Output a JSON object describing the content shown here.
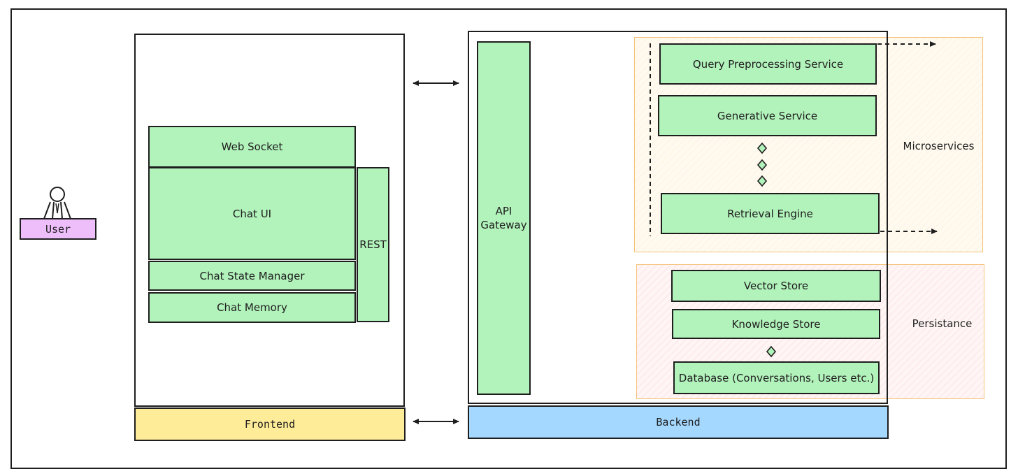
{
  "user": {
    "label": "User"
  },
  "frontend": {
    "label": "Frontend",
    "web_socket": "Web Socket",
    "chat_ui": "Chat UI",
    "rest": "REST",
    "chat_state_manager": "Chat State Manager",
    "chat_memory": "Chat Memory"
  },
  "backend": {
    "label": "Backend",
    "api_gateway": "API\nGateway"
  },
  "microservices": {
    "label": "Microservices",
    "items": [
      "Query Preprocessing Service",
      "Generative Service",
      "Retrieval Engine"
    ]
  },
  "persistence": {
    "label": "Persistance",
    "items": [
      "Vector Store",
      "Knowledge Store",
      "Database (Conversations, Users etc.)"
    ]
  },
  "colors": {
    "component": "#b2f2bb",
    "user_box": "#eebefa",
    "frontend_bar": "#ffec99",
    "backend_bar": "#a5d8ff",
    "zone_border": "#f5c27a"
  }
}
